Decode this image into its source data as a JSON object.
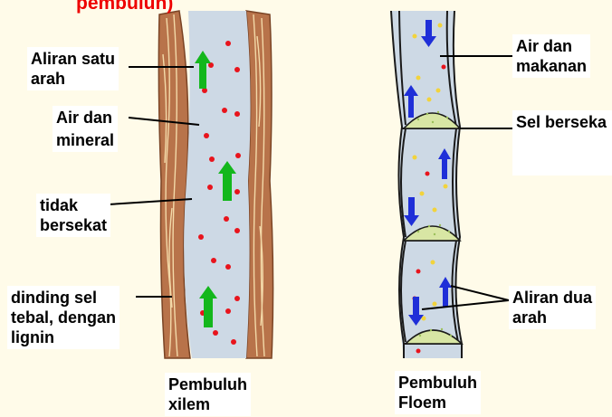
{
  "title_fragment": "pembuluh)",
  "labels": {
    "aliran_satu_line1": "Aliran satu",
    "aliran_satu_line2": "arah",
    "air_dan_mineral_line1": "Air dan",
    "air_dan_mineral_line2": "mineral",
    "tidak_bersekat_line1": "tidak",
    "tidak_bersekat_line2": "bersekat",
    "dinding_line1": "dinding sel",
    "dinding_line2": "tebal, dengan",
    "dinding_line3": "lignin",
    "xilem_line1": "Pembuluh",
    "xilem_line2": "xilem",
    "air_dan_makanan_line1": "Air dan",
    "air_dan_makanan_line2": "makanan",
    "sel_bersekat": "Sel berseka",
    "aliran_dua_line1": "Aliran dua",
    "aliran_dua_line2": "arah",
    "floem_line1": "Pembuluh",
    "floem_line2": "Floem"
  },
  "colors": {
    "background": "#fffbe9",
    "wood": "#b8734a",
    "wood_grain": "#f3d9a8",
    "lumen": "#cdd9e5",
    "particle_red": "#e8141c",
    "particle_yellow": "#f2d33c",
    "arrow_green": "#13b71c",
    "arrow_blue": "#1f2fd8",
    "sieve_plate": "#d8e6a4",
    "title_red": "#ee0000"
  },
  "icons": {
    "xylem_flow": "arrow-up-icon",
    "phloem_flow": "arrow-up-down-icon"
  }
}
